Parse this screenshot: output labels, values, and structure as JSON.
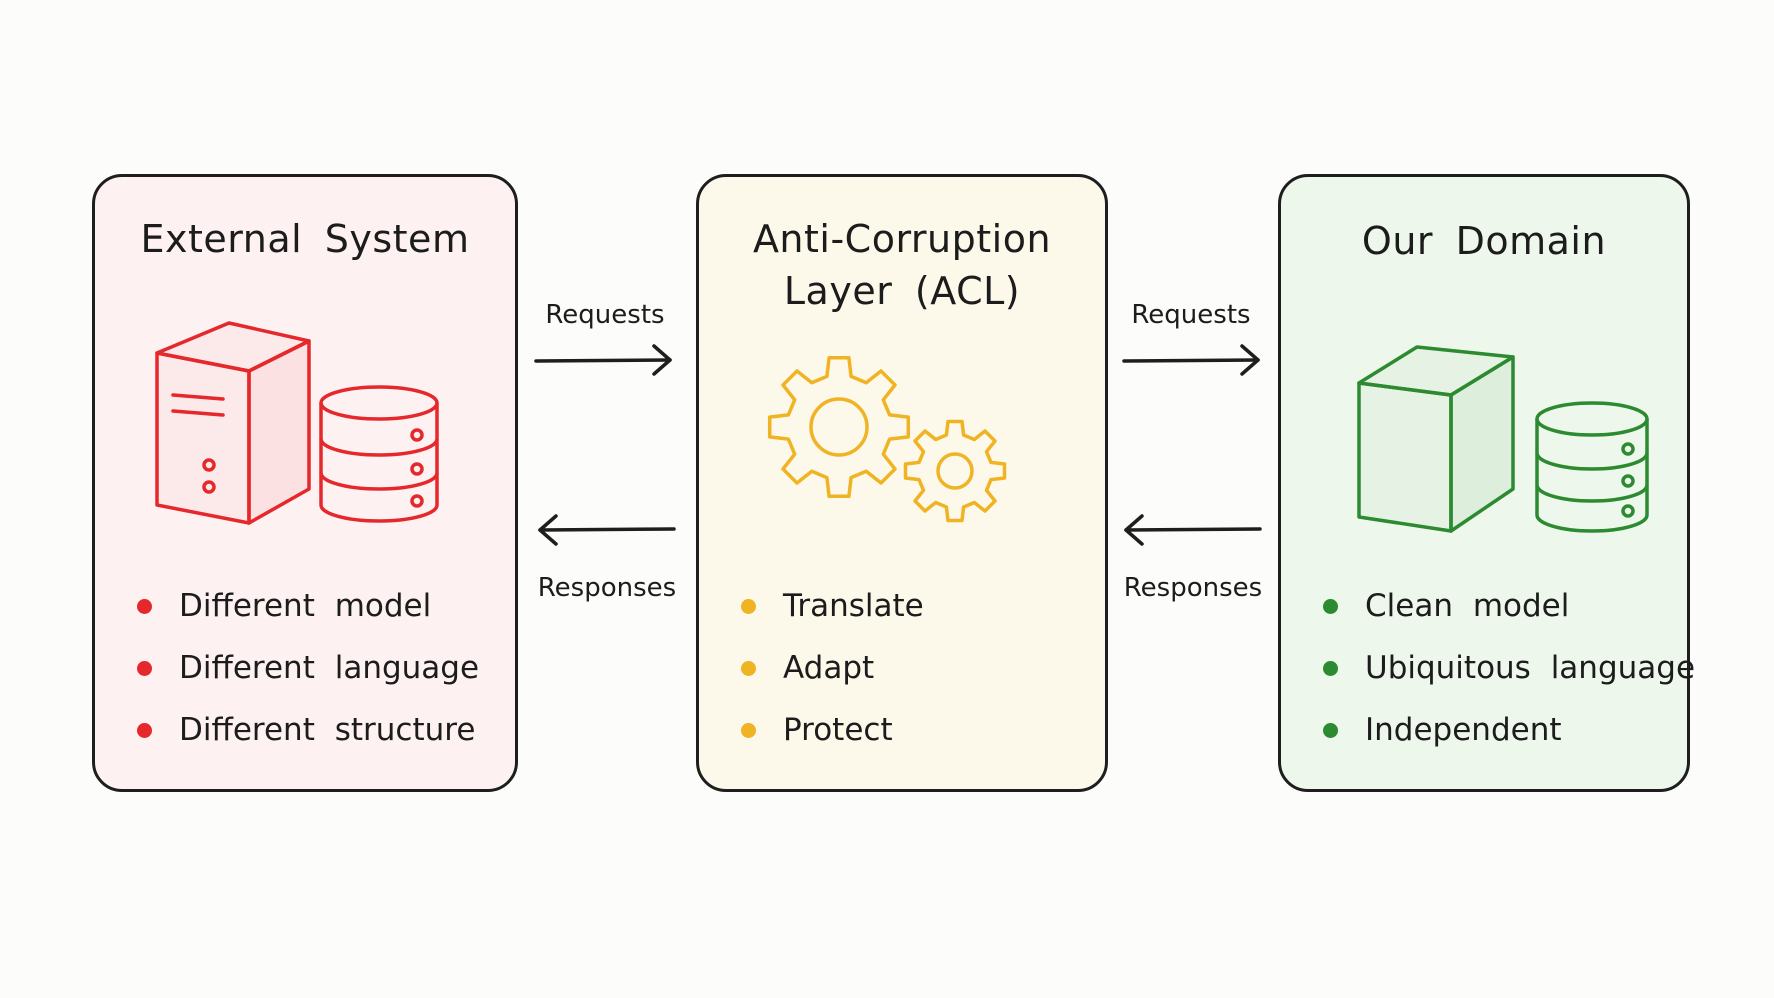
{
  "external": {
    "title": "External System",
    "icon_server": "server-icon",
    "icon_database": "database-icon",
    "accent": "#e5282b",
    "background": "#fdf1f1",
    "bullets": [
      "Different model",
      "Different language",
      "Different structure"
    ]
  },
  "acl": {
    "title_line1": "Anti-Corruption",
    "title_line2": "Layer (ACL)",
    "icon": "gears-icon",
    "accent": "#f0b323",
    "background": "#fcf8ea",
    "bullets": [
      "Translate",
      "Adapt",
      "Protect"
    ]
  },
  "domain": {
    "title": "Our Domain",
    "icon_cube": "cube-icon",
    "icon_database": "database-icon",
    "accent": "#2c8a30",
    "background": "#eef7ec",
    "bullets": [
      "Clean model",
      "Ubiquitous language",
      "Independent"
    ]
  },
  "flows": {
    "left_request": "Requests",
    "left_response": "Responses",
    "right_request": "Requests",
    "right_response": "Responses"
  }
}
